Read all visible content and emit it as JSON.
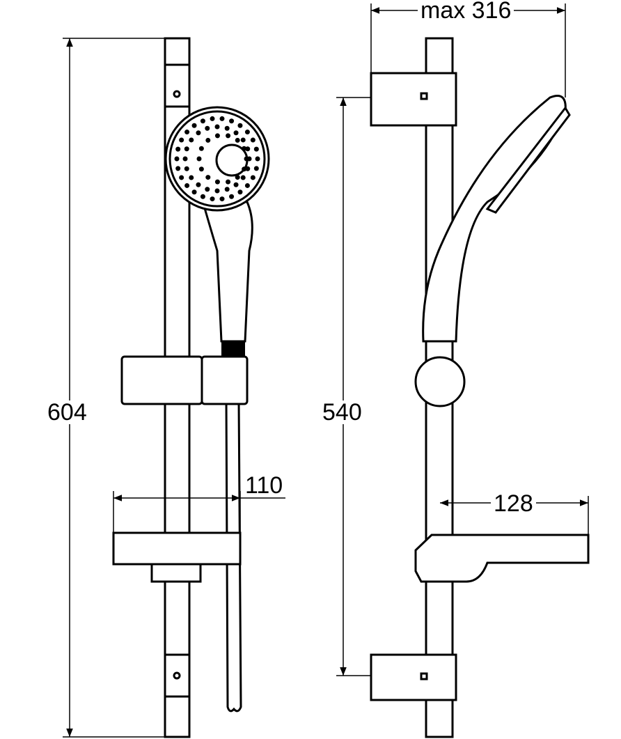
{
  "dimensions": {
    "overall_height": "604",
    "bracket_spacing": "540",
    "tray_width": "110",
    "tray_depth": "128",
    "max_projection": "max 316"
  },
  "colors": {
    "line": "#000000",
    "background": "#ffffff"
  }
}
